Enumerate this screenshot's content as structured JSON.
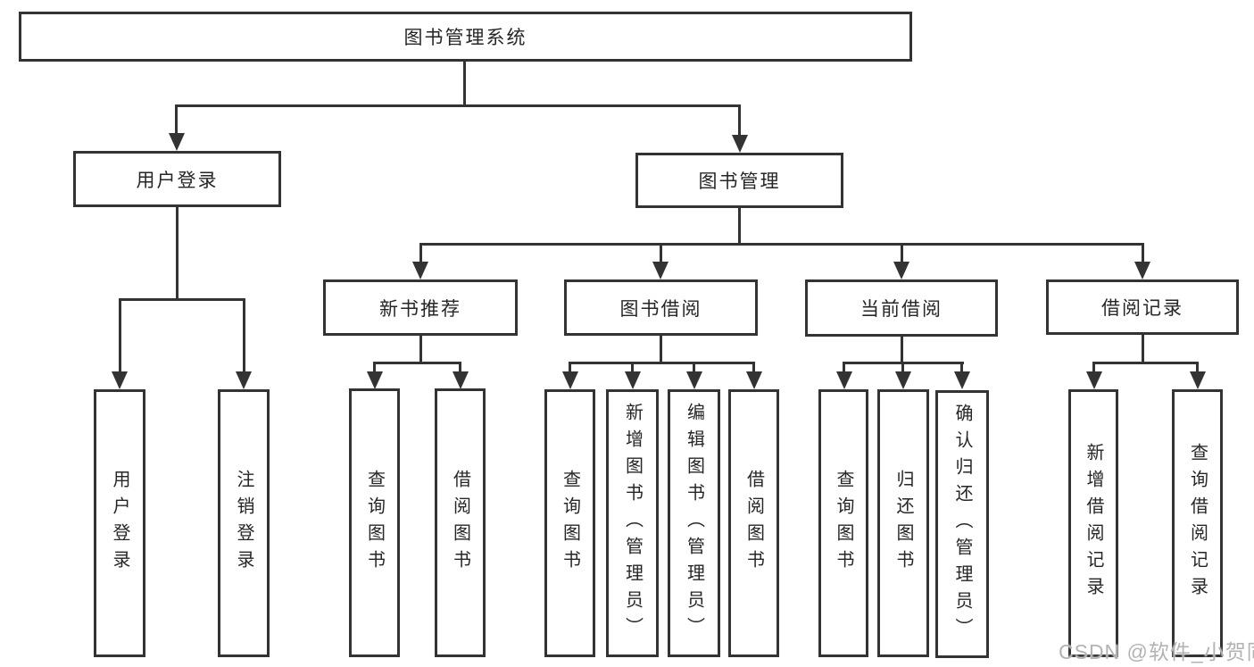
{
  "diagram": {
    "title": "图书管理系统",
    "root": {
      "label": "图书管理系统"
    },
    "level1": [
      {
        "label": "用户登录"
      },
      {
        "label": "图书管理"
      }
    ],
    "level2": [
      {
        "label": "新书推荐"
      },
      {
        "label": "图书借阅"
      },
      {
        "label": "当前借阅"
      },
      {
        "label": "借阅记录"
      }
    ],
    "leaves": {
      "login": [
        {
          "label": "用户登录"
        },
        {
          "label": "注销登录"
        }
      ],
      "recommend": [
        {
          "label": "查询图书"
        },
        {
          "label": "借阅图书"
        }
      ],
      "borrow": [
        {
          "label": "查询图书"
        },
        {
          "label": "新增图书（管理员）"
        },
        {
          "label": "编辑图书（管理员）"
        },
        {
          "label": "借阅图书"
        }
      ],
      "current": [
        {
          "label": "查询图书"
        },
        {
          "label": "归还图书"
        },
        {
          "label": "确认归还（管理员）"
        }
      ],
      "records": [
        {
          "label": "新增借阅记录"
        },
        {
          "label": "查询借阅记录"
        }
      ]
    }
  },
  "watermark": {
    "text": "CSDN @软件_小贺同学"
  },
  "colors": {
    "line": "#333333",
    "text": "#262626",
    "watermark": "#b3b3b3",
    "background": "#ffffff"
  }
}
